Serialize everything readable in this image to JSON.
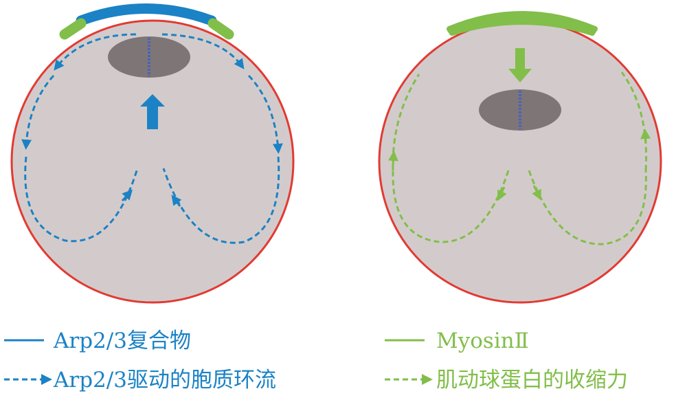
{
  "colors": {
    "blue": "#1B82C5",
    "green": "#82BE4A",
    "cell_fill": "#D3CBCB",
    "cell_border": "#E23A33",
    "nucleus": "#7E7576",
    "chromosome": "#4A63B8"
  },
  "legend": {
    "left": {
      "solid": {
        "label": "Arp2/3复合物"
      },
      "dashed": {
        "label": "Arp2/3驱动的胞质环流"
      }
    },
    "right": {
      "solid": {
        "label": "MyosinⅡ"
      },
      "dashed": {
        "label": "肌动球蛋白的收缩力"
      }
    }
  }
}
